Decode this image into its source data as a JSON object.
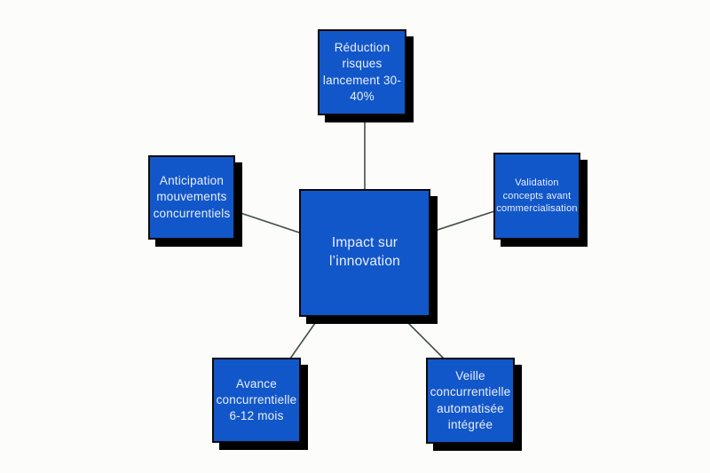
{
  "diagram": {
    "center_node": {
      "label": "Impact sur\nl’innovation"
    },
    "nodes": [
      {
        "id": "reduction-risques",
        "position": "top",
        "label": "Réduction\nrisques\nlancement 30-\n40%"
      },
      {
        "id": "anticipation-mouvements",
        "position": "left",
        "label": "Anticipation\nmouvements\nconcurrentiels"
      },
      {
        "id": "validation-concepts",
        "position": "right",
        "label": "Validation\nconcepts avant\ncommercialisation"
      },
      {
        "id": "avance-concurrentielle",
        "position": "bottom-left",
        "label": "Avance\nconcurrentielle\n6-12 mois"
      },
      {
        "id": "veille-concurrentielle",
        "position": "bottom-right",
        "label": "Veille\nconcurrentielle\nautomatisée\nintégrée"
      }
    ],
    "colors": {
      "node_fill": "#1257c9",
      "node_border": "#0a0a0a",
      "node_shadow": "#000000",
      "node_text": "#e9eefb",
      "connector": "#3f4f45",
      "background": "#fcfcfb"
    }
  }
}
